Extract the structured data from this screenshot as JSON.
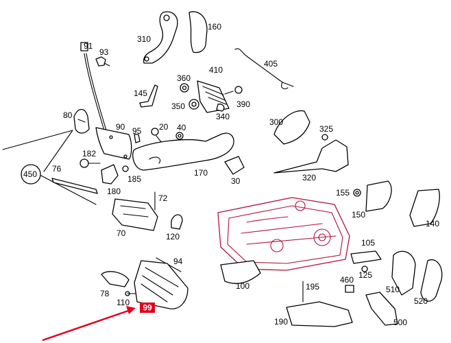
{
  "labels": [
    {
      "id": "p310",
      "text": "310"
    },
    {
      "id": "p160",
      "text": "160"
    },
    {
      "id": "p91",
      "text": "91"
    },
    {
      "id": "p93",
      "text": "93"
    },
    {
      "id": "p405",
      "text": "405"
    },
    {
      "id": "p360",
      "text": "360"
    },
    {
      "id": "p410",
      "text": "410"
    },
    {
      "id": "p145",
      "text": "145"
    },
    {
      "id": "p350",
      "text": "350"
    },
    {
      "id": "p390",
      "text": "390"
    },
    {
      "id": "p340",
      "text": "340"
    },
    {
      "id": "p80",
      "text": "80"
    },
    {
      "id": "p90",
      "text": "90"
    },
    {
      "id": "p95",
      "text": "95"
    },
    {
      "id": "p20",
      "text": "20"
    },
    {
      "id": "p40",
      "text": "40"
    },
    {
      "id": "p300",
      "text": "300"
    },
    {
      "id": "p325",
      "text": "325"
    },
    {
      "id": "p182",
      "text": "182"
    },
    {
      "id": "p450",
      "text": "450"
    },
    {
      "id": "p76",
      "text": "76"
    },
    {
      "id": "p180",
      "text": "180"
    },
    {
      "id": "p185",
      "text": "185"
    },
    {
      "id": "p170",
      "text": "170"
    },
    {
      "id": "p30",
      "text": "30"
    },
    {
      "id": "p320",
      "text": "320"
    },
    {
      "id": "p155",
      "text": "155"
    },
    {
      "id": "p72",
      "text": "72"
    },
    {
      "id": "p150",
      "text": "150"
    },
    {
      "id": "p140",
      "text": "140"
    },
    {
      "id": "p70",
      "text": "70"
    },
    {
      "id": "p120",
      "text": "120"
    },
    {
      "id": "p105",
      "text": "105"
    },
    {
      "id": "p94",
      "text": "94"
    },
    {
      "id": "p100",
      "text": "100"
    },
    {
      "id": "p195",
      "text": "195"
    },
    {
      "id": "p460",
      "text": "460"
    },
    {
      "id": "p125",
      "text": "125"
    },
    {
      "id": "p510",
      "text": "510"
    },
    {
      "id": "p78",
      "text": "78"
    },
    {
      "id": "p110",
      "text": "110"
    },
    {
      "id": "p520",
      "text": "520"
    },
    {
      "id": "p190",
      "text": "190"
    },
    {
      "id": "p500",
      "text": "500"
    }
  ],
  "highlight": {
    "text": "99",
    "color": "#e0001b"
  },
  "colors": {
    "part_outline": "#000000",
    "frame_outline": "#b0103a",
    "pointer_arrow": "#e0001b"
  }
}
